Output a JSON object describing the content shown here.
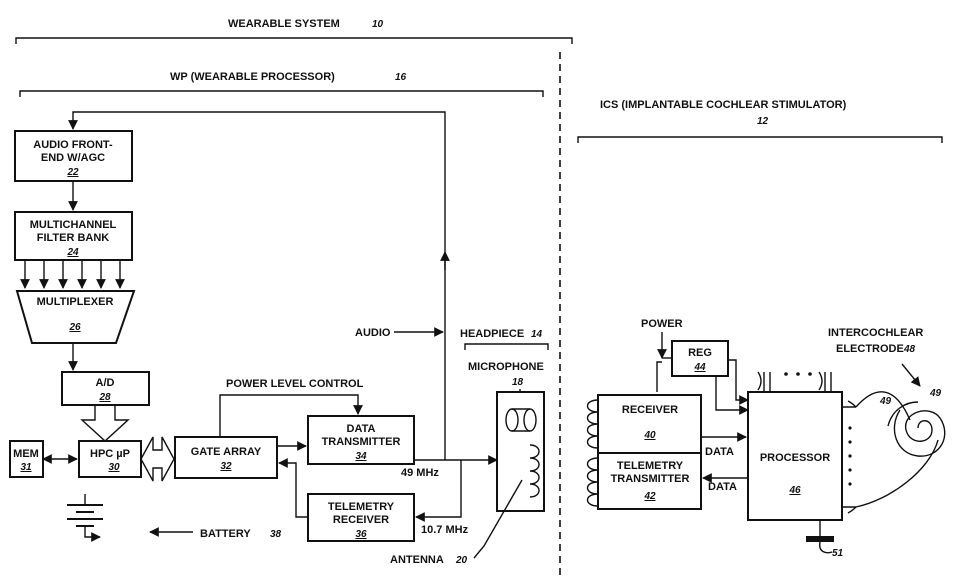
{
  "wearable_system": {
    "label": "WEARABLE SYSTEM",
    "ref": "10"
  },
  "wp": {
    "label": "WP (WEARABLE PROCESSOR)",
    "ref": "16"
  },
  "ics": {
    "label": "ICS (IMPLANTABLE COCHLEAR STIMULATOR)",
    "ref": "12"
  },
  "blocks": {
    "audio_front_end": {
      "line1": "AUDIO FRONT-",
      "line2": "END W/AGC",
      "ref": "22"
    },
    "filter_bank": {
      "line1": "MULTICHANNEL",
      "line2": "FILTER BANK",
      "ref": "24"
    },
    "multiplexer": {
      "label": "MULTIPLEXER",
      "ref": "26"
    },
    "ad": {
      "label": "A/D",
      "ref": "28"
    },
    "hpc": {
      "label": "HPC µP",
      "ref": "30"
    },
    "mem": {
      "label": "MEM",
      "ref": "31"
    },
    "gate_array": {
      "label": "GATE ARRAY",
      "ref": "32"
    },
    "data_tx": {
      "line1": "DATA",
      "line2": "TRANSMITTER",
      "ref": "34"
    },
    "telemetry_rx": {
      "line1": "TELEMETRY",
      "line2": "RECEIVER",
      "ref": "36"
    },
    "receiver": {
      "label": "RECEIVER",
      "ref": "40"
    },
    "telemetry_tx": {
      "line1": "TELEMETRY",
      "line2": "TRANSMITTER",
      "ref": "42"
    },
    "reg": {
      "label": "REG",
      "ref": "44"
    },
    "processor": {
      "label": "PROCESSOR",
      "ref": "46"
    }
  },
  "labels": {
    "power_level_control": "POWER LEVEL CONTROL",
    "audio": "AUDIO",
    "headpiece": "HEADPIECE",
    "headpiece_ref": "14",
    "microphone": "MICROPHONE",
    "microphone_ref": "18",
    "freq_49": "49 MHz",
    "freq_10_7": "10.7 MHz",
    "battery": "BATTERY",
    "battery_ref": "38",
    "antenna": "ANTENNA",
    "antenna_ref": "20",
    "power": "POWER",
    "data_1": "DATA",
    "data_2": "DATA",
    "electrode_line1": "INTERCOCHLEAR",
    "electrode_line2": "ELECTRODE",
    "electrode_ref": "48",
    "ref_49_a": "49",
    "ref_49_b": "49",
    "ground_ref": "51"
  }
}
